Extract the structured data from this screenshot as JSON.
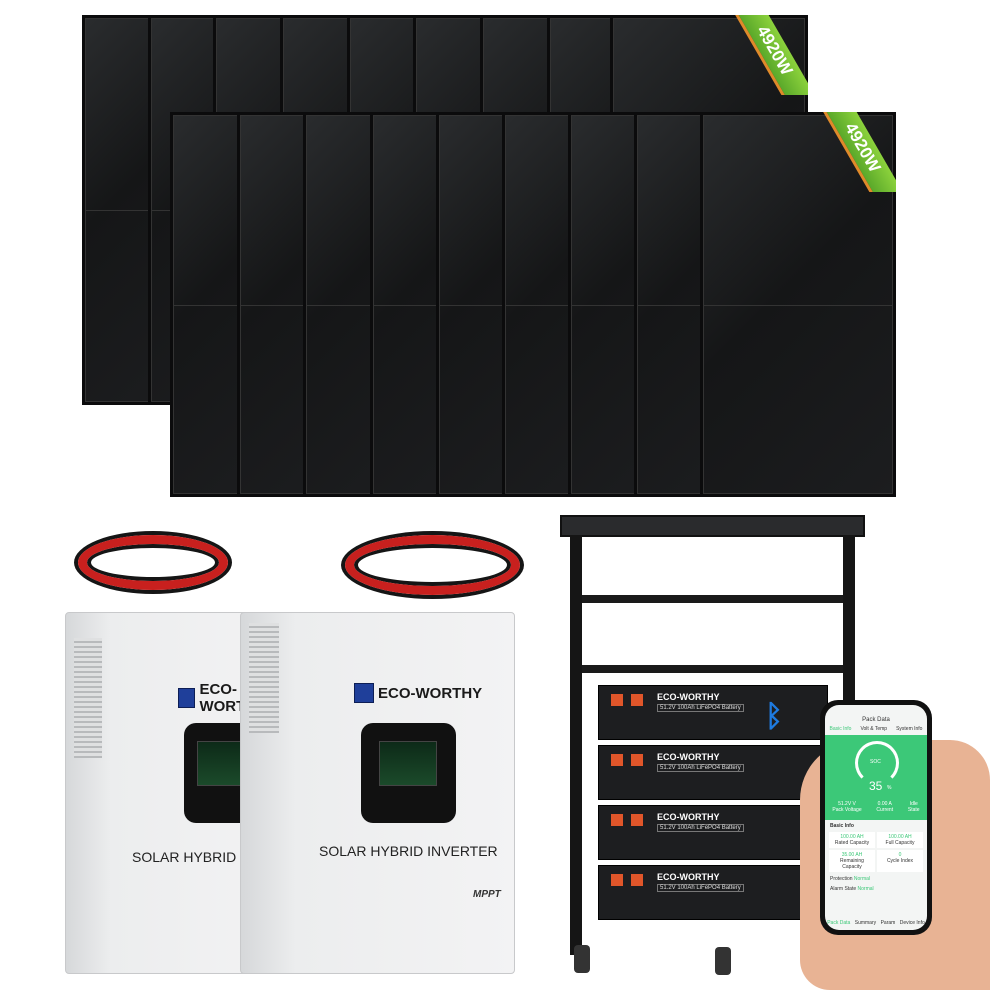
{
  "panels": {
    "badge_back": "4920W",
    "badge_front": "4920W"
  },
  "inverters": [
    {
      "brand": "ECO-WORTHY",
      "title": "SOLAR HYBRID"
    },
    {
      "brand": "ECO-WORTHY",
      "title": "SOLAR HYBRID INVERTER",
      "mark": "MPPT"
    }
  ],
  "battery": {
    "brand": "ECO-WORTHY",
    "label": "51.2V 100Ah LiFePO4 Battery"
  },
  "phone": {
    "title": "Pack Data",
    "tabs": [
      "Basic Info",
      "Volt & Temp",
      "System Info"
    ],
    "soc_label": "SOC",
    "soc": "35",
    "soc_unit": "%",
    "stats": [
      {
        "v": "51.2V V",
        "l": "Pack Voltage"
      },
      {
        "v": "0.00 A",
        "l": "Current"
      },
      {
        "v": "Idle",
        "l": "State"
      }
    ],
    "section": "Basic Info",
    "cards": [
      {
        "v": "100.00 AH",
        "l": "Rated Capacity"
      },
      {
        "v": "100.00 AH",
        "l": "Full Capacity"
      },
      {
        "v": "35.00 AH",
        "l": "Remaining Capacity"
      },
      {
        "v": "0",
        "l": "Cycle Index"
      }
    ],
    "protection_label": "Protection",
    "protection": "Normal",
    "alarm_label": "Alarm State",
    "alarm": "Normal",
    "nav": [
      "Pack Data",
      "Summary",
      "Param",
      "Device Info"
    ]
  },
  "colors": {
    "accent": "#3cc878",
    "badge": "#6cbb30"
  }
}
